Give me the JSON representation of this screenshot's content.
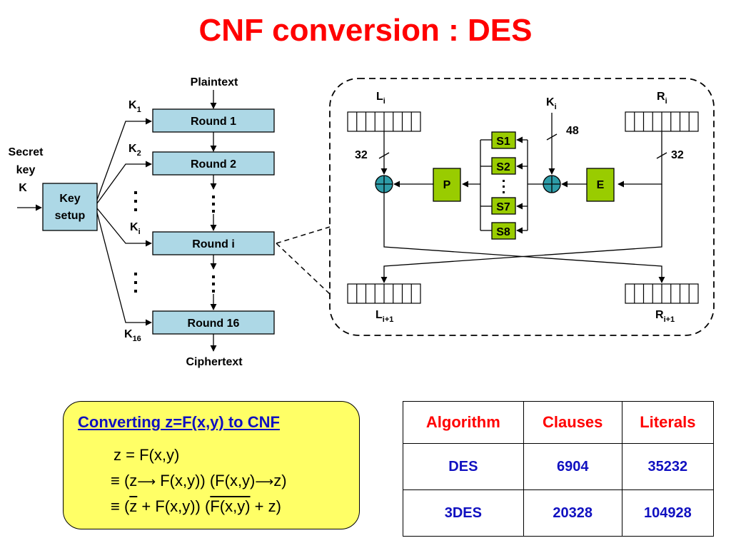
{
  "title": "CNF conversion : DES",
  "feistel": {
    "plaintext": "Plaintext",
    "ciphertext": "Ciphertext",
    "rounds": [
      "Round 1",
      "Round 2",
      "Round i",
      "Round 16"
    ],
    "keys": [
      {
        "base": "K",
        "sub": "1"
      },
      {
        "base": "K",
        "sub": "2"
      },
      {
        "base": "K",
        "sub": "i"
      },
      {
        "base": "K",
        "sub": "16"
      }
    ],
    "secret_key": [
      "Secret",
      "key",
      "K"
    ],
    "key_setup": [
      "Key",
      "setup"
    ]
  },
  "round_detail": {
    "L_in": {
      "base": "L",
      "sub": "i"
    },
    "R_in": {
      "base": "R",
      "sub": "i"
    },
    "K_in": {
      "base": "K",
      "sub": "i"
    },
    "L_out": {
      "base": "L",
      "sub": "i+1"
    },
    "R_out": {
      "base": "R",
      "sub": "i+1"
    },
    "width_left": "32",
    "width_right": "32",
    "width_key": "48",
    "sboxes": [
      "S1",
      "S2",
      "S7",
      "S8"
    ],
    "p_box": "P",
    "e_box": "E"
  },
  "conversion": {
    "heading": "Converting z=F(x,y) to CNF",
    "line1": "z = F(x,y)",
    "line2": {
      "a": "≡ (z",
      "b": " F(x,y)) (F(x,y)",
      "c": "z)"
    },
    "line3": {
      "a": "≡ (",
      "z": "z",
      "b": " + F(x,y)) (",
      "f": "F(x,y)",
      "c": " + z)"
    }
  },
  "results_table": {
    "headers": [
      "Algorithm",
      "Clauses",
      "Literals"
    ],
    "rows": [
      [
        "DES",
        "6904",
        "35232"
      ],
      [
        "3DES",
        "20328",
        "104928"
      ]
    ]
  },
  "colors": {
    "title": "#ff0000",
    "round_box": "#add8e6",
    "sbox": "#99cc00",
    "xor": "#2e9ca8",
    "conv_bg": "#ffff66",
    "conv_heading": "#1010c0",
    "table_header": "#ff0000",
    "table_cell": "#1010c0"
  }
}
